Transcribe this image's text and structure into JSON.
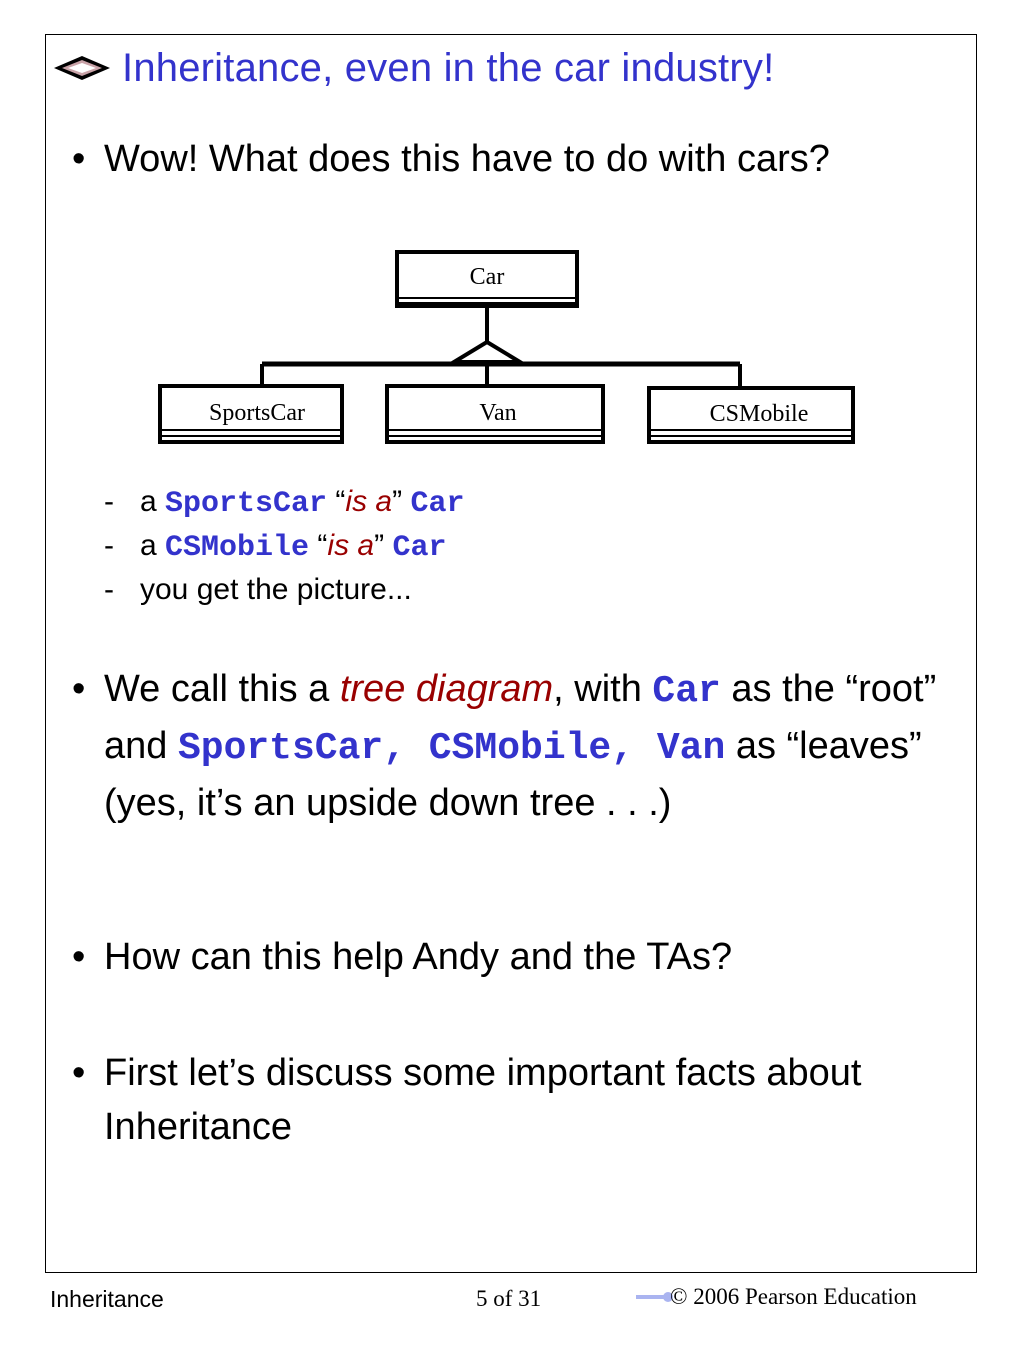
{
  "slide": {
    "title": "Inheritance, even in the car industry!",
    "bullet1": "Wow!   What does this have to do with cars?",
    "diagram": {
      "root": "Car",
      "leaves": [
        "SportsCar",
        "Van",
        "CSMobile"
      ]
    },
    "subitems": [
      {
        "dash": "-",
        "a": "a",
        "cls": "SportsCar",
        "q_open": "“",
        "isa": "is a",
        "q_close": "”",
        "parent": "Car"
      },
      {
        "dash": "-",
        "a": "a",
        "cls": "CSMobile",
        "q_open": "“",
        "isa": "is a",
        "q_close": "”",
        "parent": "Car"
      },
      {
        "dash": "-",
        "text": "you get the picture..."
      }
    ],
    "bullet2": {
      "p1": "We call this a ",
      "term": "tree diagram",
      "p2": ", with ",
      "root_code": "Car",
      "p3": " as the “root” and ",
      "leaves_code": "SportsCar, CSMobile, Van",
      "p4": " as “leaves” (yes, it’s an upside down tree . . .)"
    },
    "bullet3": "How can this help Andy and the TAs?",
    "bullet4": "First let’s discuss some important facts about Inheritance",
    "bullet_glyph": "•"
  },
  "footer": {
    "left": "Inheritance",
    "page": "5 of 31",
    "copyright": "© 2006 Pearson Education"
  },
  "colors": {
    "title": "#3333cc",
    "code": "#3333cc",
    "emphasis": "#990000"
  }
}
